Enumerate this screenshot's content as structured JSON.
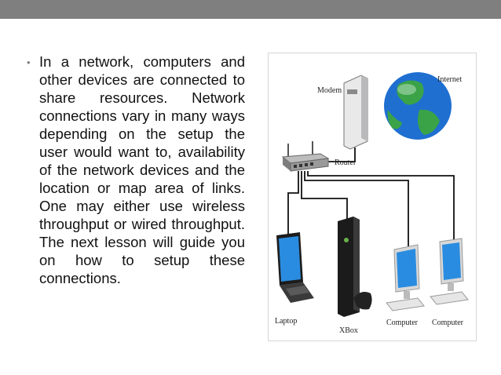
{
  "slide": {
    "bullet_marker": "•",
    "body_text": "In a network, computers and other devices are connected to share resources. Network connections vary in many ways depending on the setup the user would want to, availability of the network devices and the location or map area of links. One may either use wireless throughput or wired throughput. The next lesson will guide you on how to setup these connections."
  },
  "diagram": {
    "labels": {
      "modem": "Modem",
      "internet": "Internet",
      "router": "Router",
      "laptop": "Laptop",
      "xbox": "XBox",
      "computer_1": "Computer",
      "computer_2": "Computer"
    },
    "colors": {
      "globe_ocean": "#1f6fd1",
      "globe_land": "#3aa347",
      "screen": "#2a8ce0",
      "router_body": "#9a9a9a",
      "xbox_body": "#1b1b1b",
      "cable": "#111111"
    }
  }
}
